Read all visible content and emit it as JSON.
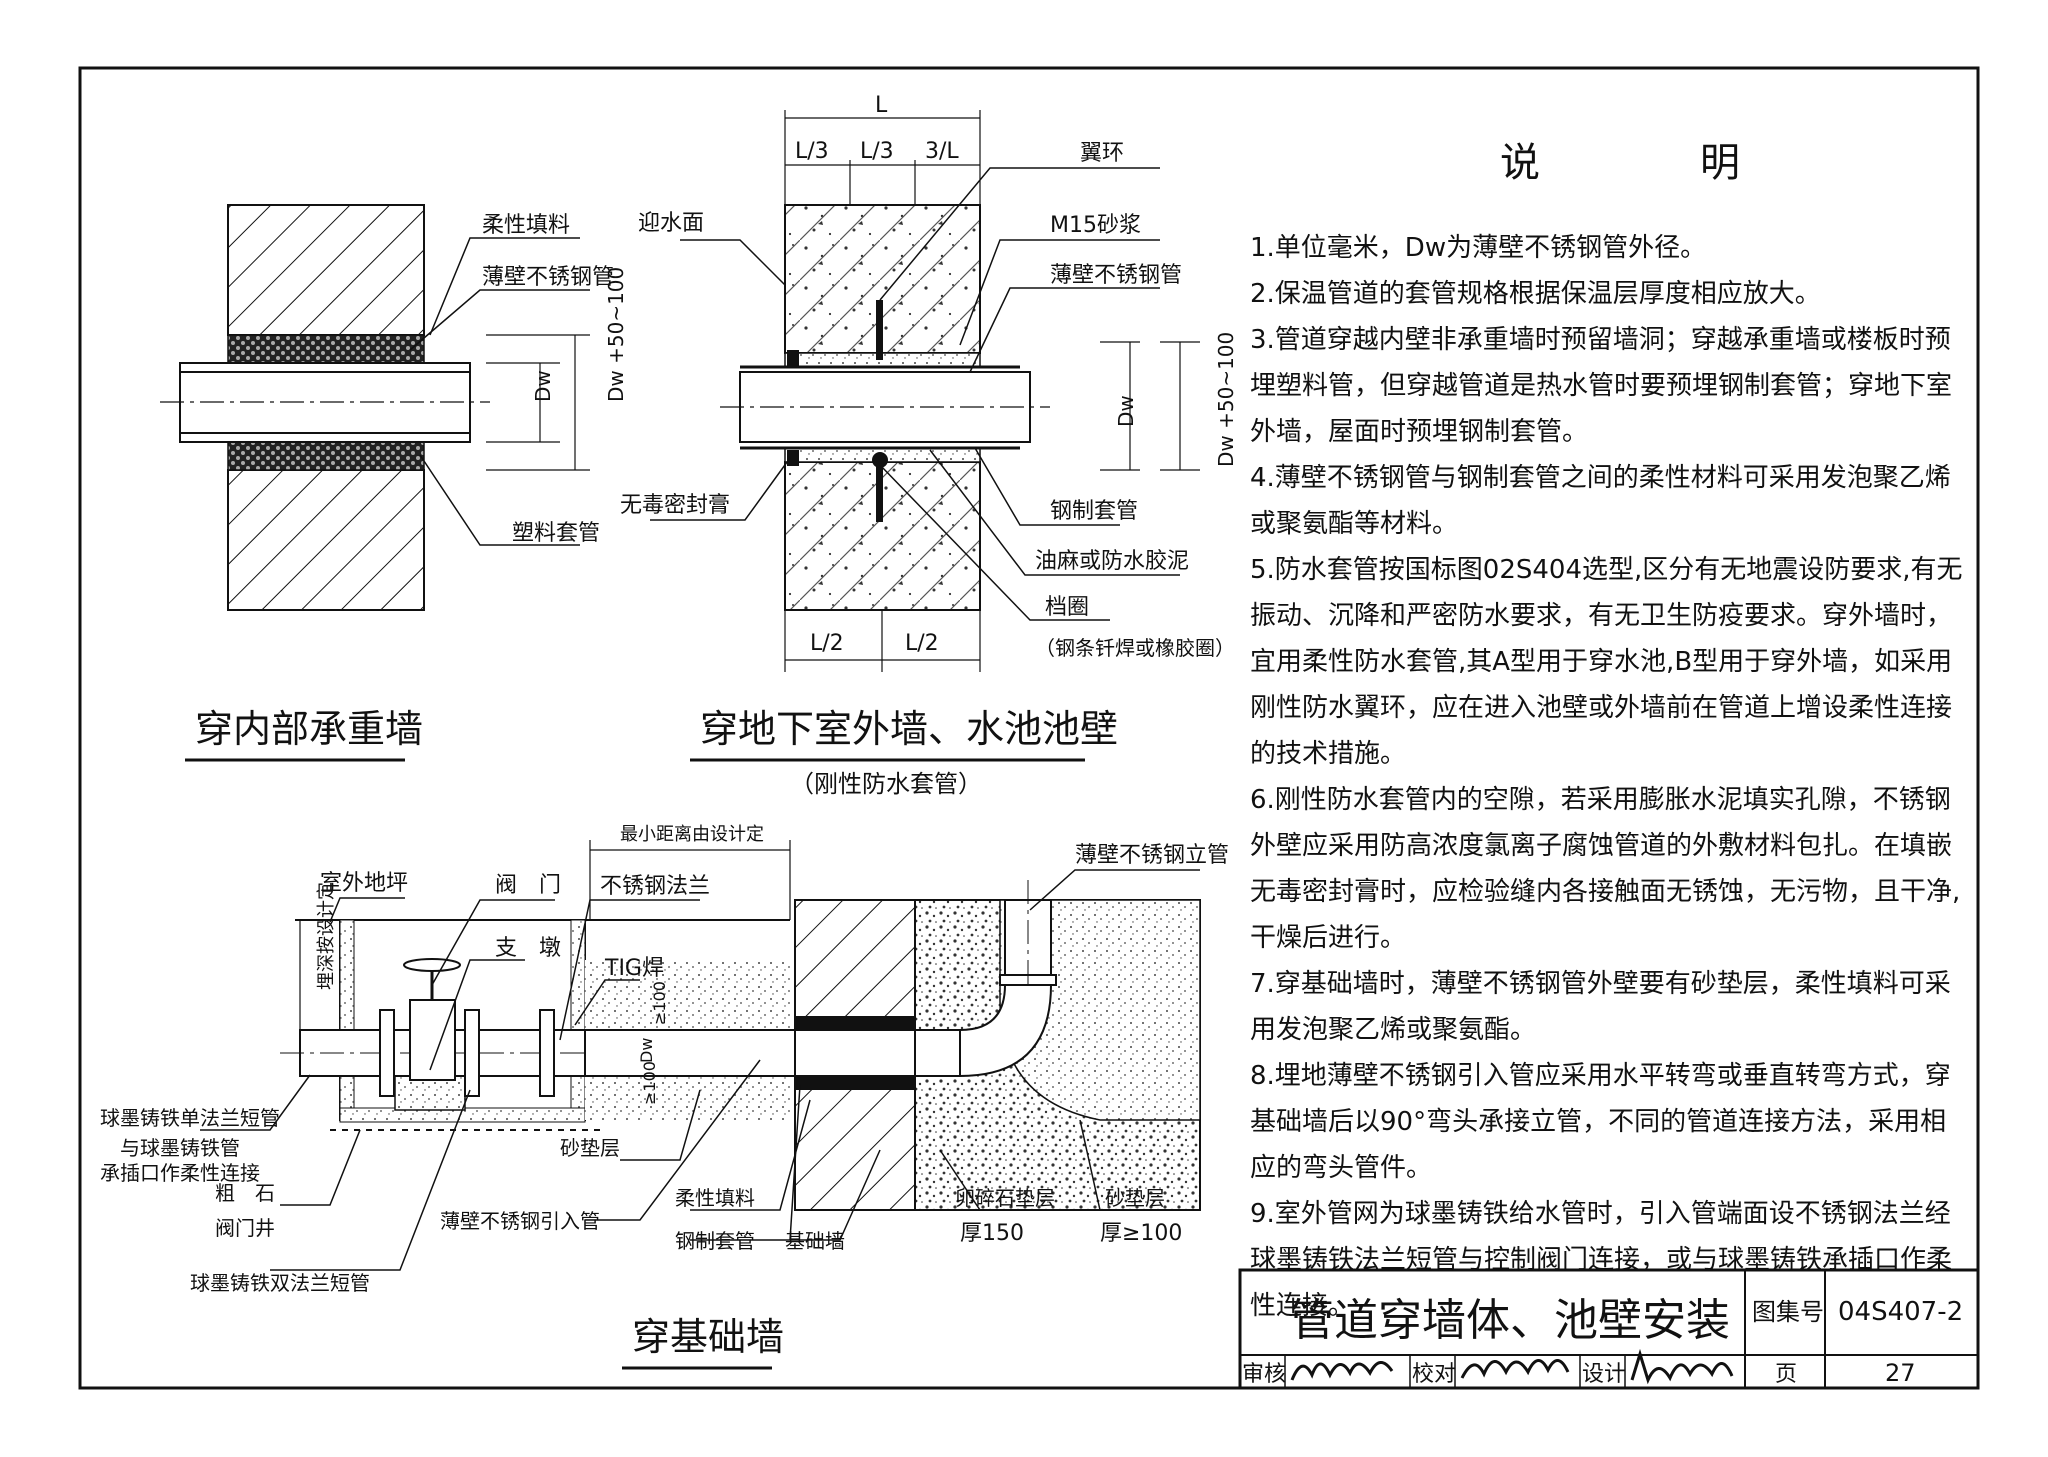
{
  "notes": {
    "title": "说　明",
    "items": [
      "1.单位毫米，Dw为薄壁不锈钢管外径。",
      "2.保温管道的套管规格根据保温层厚度相应放大。",
      "3.管道穿越内壁非承重墙时预留墙洞；穿越承重墙或楼板时预埋塑料管，但穿越管道是热水管时要预埋钢制套管；穿地下室外墙，屋面时预埋钢制套管。",
      "4.薄壁不锈钢管与钢制套管之间的柔性材料可采用发泡聚乙烯或聚氨酯等材料。",
      "5.防水套管按国标图02S404选型,区分有无地震设防要求,有无振动、沉降和严密防水要求，有无卫生防疫要求。穿外墙时，宜用柔性防水套管,其A型用于穿水池,B型用于穿外墙，如采用刚性防水翼环，应在进入池壁或外墙前在管道上增设柔性连接的技术措施。",
      "6.刚性防水套管内的空隙，若采用膨胀水泥填实孔隙，不锈钢外壁应采用防高浓度氯离子腐蚀管道的外敷材料包扎。在填嵌无毒密封膏时，应检验缝内各接触面无锈蚀，无污物，且干净,干燥后进行。",
      "7.穿基础墙时，薄壁不锈钢管外壁要有砂垫层，柔性填料可采用发泡聚乙烯或聚氨酯。",
      "8.埋地薄壁不锈钢引入管应采用水平转弯或垂直转弯方式，穿基础墙后以90°弯头承接立管，不同的管道连接方法，采用相应的弯头管件。",
      "9.室外管网为球墨铸铁给水管时，引入管端面设不锈钢法兰经球墨铸铁法兰短管与控制阀门连接，或与球墨铸铁承插口作柔性连接。"
    ]
  },
  "fig1": {
    "caption": "穿内部承重墙",
    "labels": {
      "flex": "柔性填料",
      "pipe": "薄壁不锈钢管",
      "sleeve": "塑料套管",
      "dw": "Dw",
      "dw2": "Dw +50~100"
    }
  },
  "fig2": {
    "caption": "穿地下室外墙、水池池壁",
    "subcaption": "（刚性防水套管）",
    "labels": {
      "L": "L",
      "l3a": "L/3",
      "l3b": "L/3",
      "l3c": "3/L",
      "l2a": "L/2",
      "l2b": "L/2",
      "ring": "翼环",
      "face": "迎水面",
      "mortar": "M15砂浆",
      "pipe": "薄壁不锈钢管",
      "sealant": "无毒密封膏",
      "steel": "钢制套管",
      "oakum": "油麻或防水胶泥",
      "stop": "档圈",
      "stop_note": "（钢条钎焊或橡胶圈）",
      "dw": "Dw",
      "dw2": "Dw +50~100"
    }
  },
  "fig3": {
    "caption": "穿基础墙",
    "labels": {
      "mindist": "最小距离由设计定",
      "ground": "室外地坪",
      "valve": "阀　门",
      "support": "支　墩",
      "flange": "不锈钢法兰",
      "tig": "TIG焊",
      "riser": "薄壁不锈钢立管",
      "depth": "埋深按设计定",
      "single": "球墨铸铁单法兰短管",
      "conn1": "与球墨铸铁管",
      "conn2": "承插口作柔性连接",
      "stone": "粗　石",
      "well": "阀门井",
      "double": "球墨铸铁双法兰短管",
      "sand": "砂垫层",
      "inpipe": "薄壁不锈钢引入管",
      "flex": "柔性填料",
      "steel": "钢制套管",
      "wall": "基础墙",
      "gravel": "卵碎石垫层",
      "gravel_t": "厚150",
      "sand2": "砂垫层",
      "sand2_t": "厚≥100",
      "d100a": "≥100",
      "d100b": "≥100",
      "dw": "Dw"
    }
  },
  "titleblock": {
    "title": "管道穿墙体、池壁安装",
    "atlas_label": "图集号",
    "atlas_no": "04S407-2",
    "review": "审核",
    "check": "校对",
    "design": "设计",
    "page_label": "页",
    "page_no": "27"
  }
}
